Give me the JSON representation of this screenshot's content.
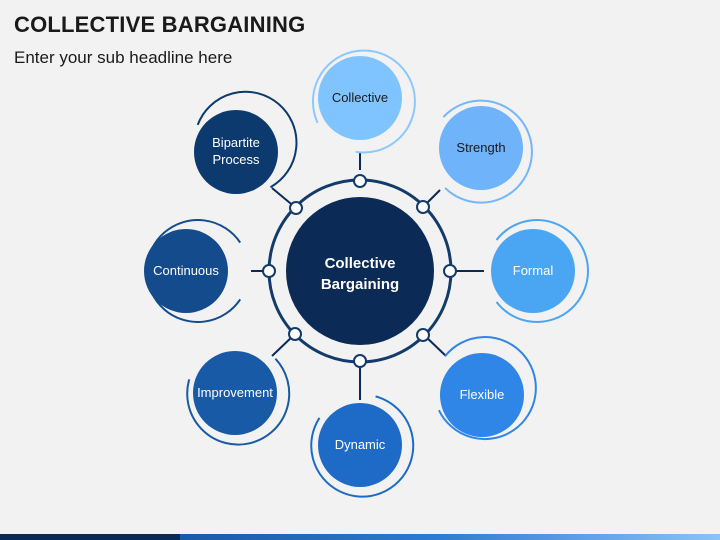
{
  "header": {
    "title": "COLLECTIVE BARGAINING",
    "subtitle": "Enter your sub headline here"
  },
  "center": {
    "line1": "Collective",
    "line2": "Bargaining"
  },
  "nodes": {
    "collective": {
      "label": "Collective",
      "color": "#80c4ff"
    },
    "strength": {
      "label": "Strength",
      "color": "#6fb3fb"
    },
    "formal": {
      "label": "Formal",
      "color": "#4aa6f3"
    },
    "flexible": {
      "label": "Flexible",
      "color": "#2f86e6"
    },
    "dynamic": {
      "label": "Dynamic",
      "color": "#1d6bc7"
    },
    "improvement": {
      "label": "Improvement",
      "color": "#185aa6"
    },
    "continuous": {
      "label": "Continuous",
      "color": "#134b8c"
    },
    "bipartite": {
      "line1": "Bipartite",
      "line2": "Process",
      "color": "#0c3a6e"
    }
  },
  "colors": {
    "center_fill": "#0b2a55",
    "ring_stroke": "#123a6a",
    "connector": "#0b2a55"
  }
}
